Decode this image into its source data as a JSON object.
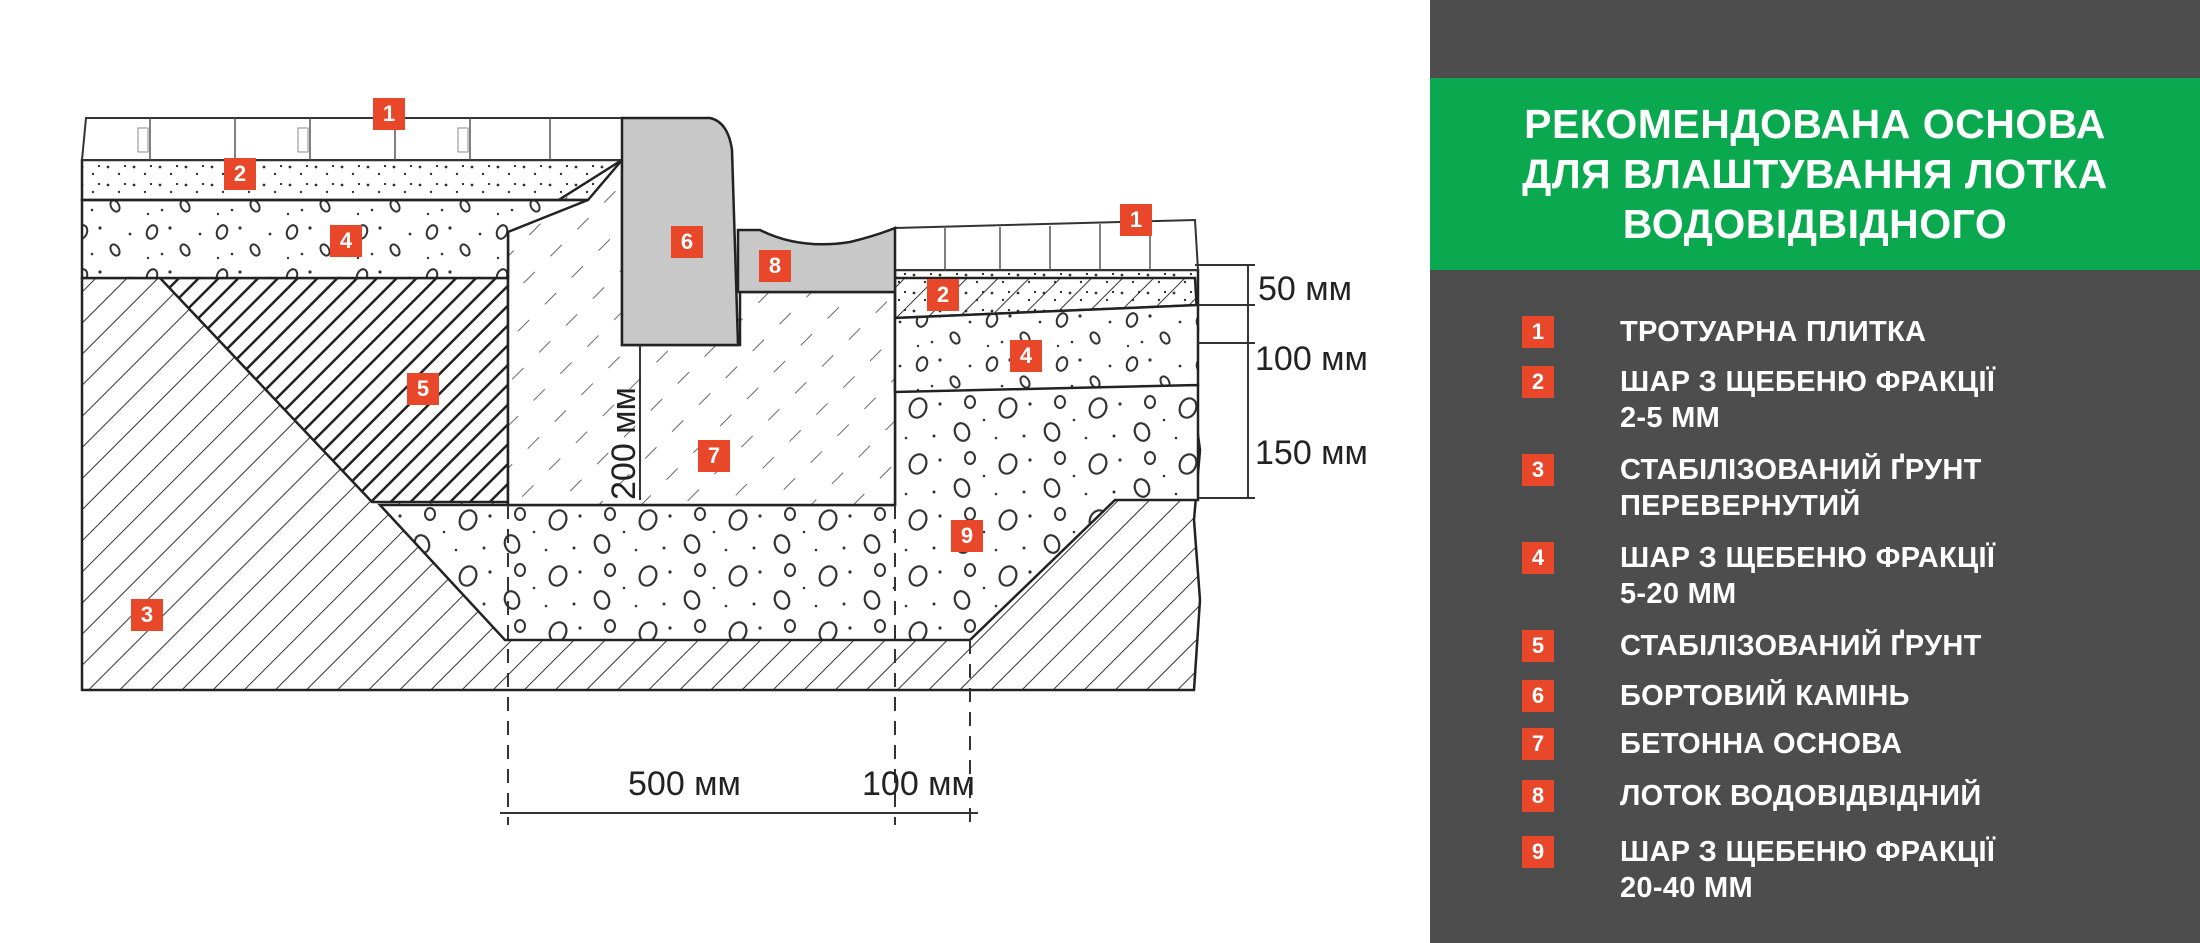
{
  "colors": {
    "accent": "#e8472a",
    "title_bg": "#0aa84f",
    "panel_bg": "#4d4d4d",
    "curb": "#c8c8c8"
  },
  "legend": {
    "title_lines": [
      "РЕКОМЕНДОВАНА ОСНОВА",
      "ДЛЯ ВЛАШТУВАННЯ ЛОТКА",
      "ВОДОВІДВІДНОГО"
    ],
    "items": [
      {
        "num": "1",
        "lines": [
          "ТРОТУАРНА ПЛИТКА"
        ]
      },
      {
        "num": "2",
        "lines": [
          "ШАР З ЩЕБЕНЮ ФРАКЦІЇ",
          "2-5 ММ"
        ]
      },
      {
        "num": "3",
        "lines": [
          "СТАБІЛІЗОВАНИЙ ҐРУНТ",
          "ПЕРЕВЕРНУТИЙ"
        ]
      },
      {
        "num": "4",
        "lines": [
          "ШАР З ЩЕБЕНЮ ФРАКЦІЇ",
          "5-20 ММ"
        ]
      },
      {
        "num": "5",
        "lines": [
          "СТАБІЛІЗОВАНИЙ ҐРУНТ"
        ]
      },
      {
        "num": "6",
        "lines": [
          "БОРТОВИЙ КАМІНЬ"
        ]
      },
      {
        "num": "7",
        "lines": [
          "БЕТОННА ОСНОВА"
        ]
      },
      {
        "num": "8",
        "lines": [
          "ЛОТОК ВОДОВІДВІДНИЙ"
        ]
      },
      {
        "num": "9",
        "lines": [
          "ШАР З ЩЕБЕНЮ ФРАКЦІЇ",
          "20-40 ММ"
        ]
      }
    ]
  },
  "diagram": {
    "markers": {
      "m1a": "1",
      "m1b": "1",
      "m2a": "2",
      "m2b": "2",
      "m3": "3",
      "m4a": "4",
      "m4b": "4",
      "m5": "5",
      "m6": "6",
      "m7": "7",
      "m8": "8",
      "m9": "9"
    },
    "dimensions": {
      "d50": "50 мм",
      "d100": "100 мм",
      "d150": "150 мм",
      "d200": "200 мм",
      "d500": "500 мм",
      "d100b": "100 мм"
    }
  }
}
